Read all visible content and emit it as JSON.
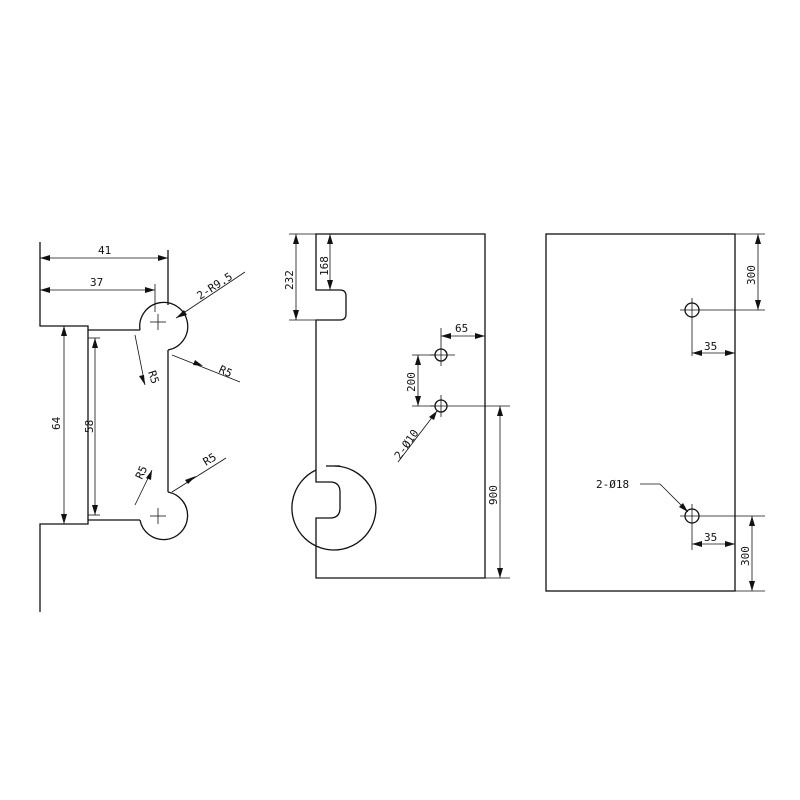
{
  "diagram": {
    "profile_view": {
      "dim_overall_width": "41",
      "dim_inner_width": "37",
      "dim_height_outer": "64",
      "dim_height_inner": "58",
      "dim_radius_pair": "2-R9.5",
      "dim_radius_a": "R5",
      "dim_radius_b": "R5",
      "dim_radius_c": "R5",
      "dim_radius_d": "R5"
    },
    "panel_view": {
      "dim_total_top": "232",
      "dim_notch_top": "168",
      "dim_edge_offset": "65",
      "dim_hole_spacing": "200",
      "dim_hole_dia": "2-Ø10",
      "dim_bottom": "900"
    },
    "plate_view": {
      "dim_top": "300",
      "dim_edge_top": "35",
      "dim_hole_dia": "2-Ø18",
      "dim_edge_bottom": "35",
      "dim_bottom": "300"
    }
  }
}
